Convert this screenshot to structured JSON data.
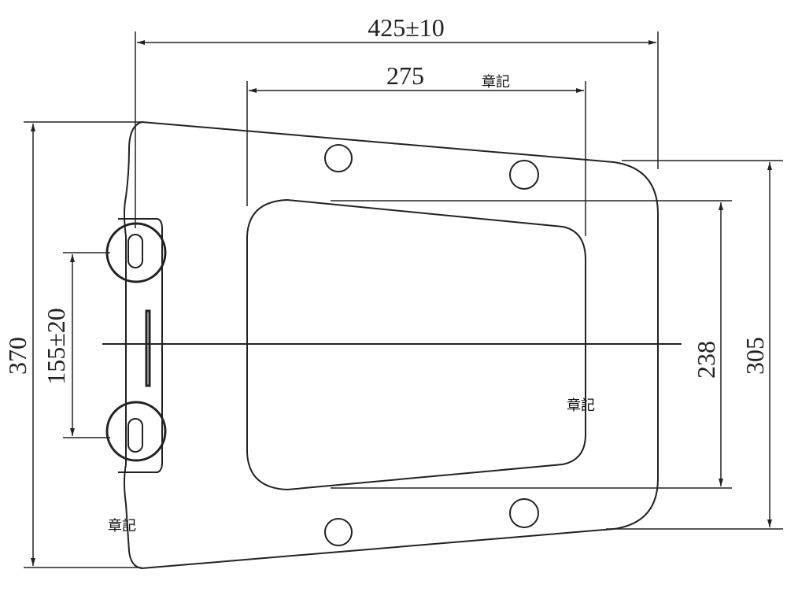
{
  "dimensions": {
    "overall_length": "425±10",
    "inner_length": "275",
    "overall_width": "370",
    "hinge_spacing": "155±20",
    "inner_width": "238",
    "outer_width": "305"
  },
  "watermarks": [
    "章記",
    "章記",
    "章記"
  ]
}
